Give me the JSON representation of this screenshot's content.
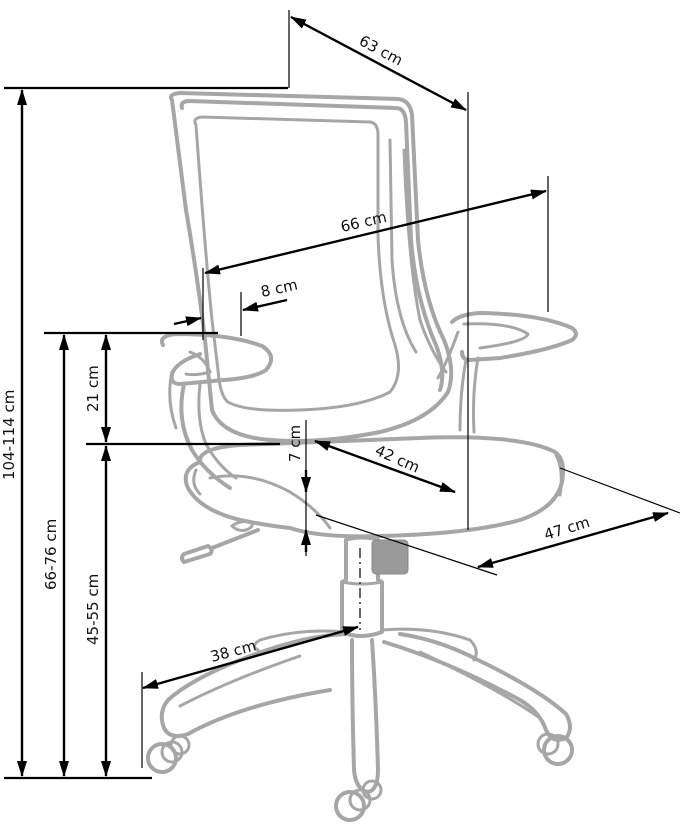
{
  "diagram": {
    "subject": "Office chair with dimensions",
    "units": "cm",
    "colors": {
      "chair_outline": "#a6a6a6",
      "dimension_lines": "#000000",
      "background": "#ffffff"
    },
    "dimensions": {
      "overall_depth": "63 cm",
      "overall_width": "66 cm",
      "armrest_width": "8 cm",
      "total_height": "104-114 cm",
      "armrest_height": "66-76 cm",
      "armrest_above_seat": "21 cm",
      "seat_height": "45-55 cm",
      "seat_thickness": "7 cm",
      "seat_depth": "42 cm",
      "seat_width": "47 cm",
      "base_radius": "38 cm"
    }
  }
}
